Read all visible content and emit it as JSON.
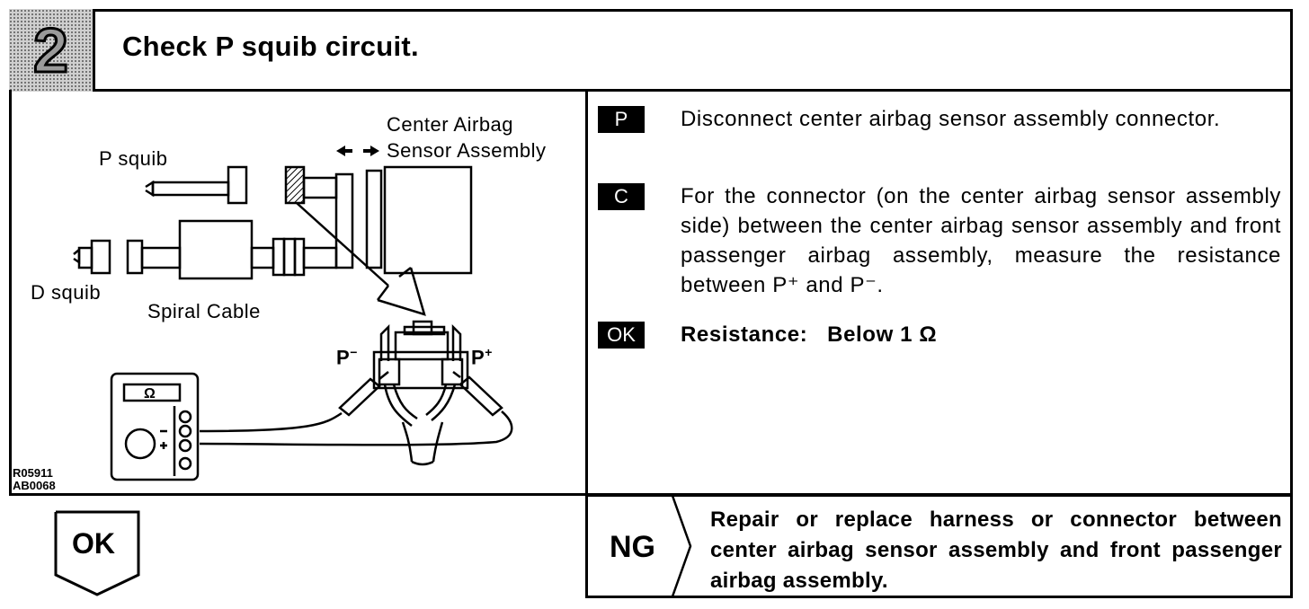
{
  "header": {
    "step_number": "2",
    "title": "Check P squib circuit."
  },
  "diagram": {
    "p_squib": "P squib",
    "center_airbag_line1": "Center Airbag",
    "center_airbag_line2": "Sensor Assembly",
    "d_squib": "D squib",
    "spiral_cable": "Spiral Cable",
    "p_minus": "P",
    "p_plus": "P",
    "minus_sup": "−",
    "plus_sup": "+",
    "ohm_symbol": "Ω",
    "code_1": "R05911",
    "code_2": "AB0068"
  },
  "instructions": {
    "prep_badge": "P",
    "prep_text": "Disconnect center airbag sensor assembly connector.",
    "check_badge": "C",
    "check_text": "For the connector (on the center airbag sensor assembly side) between the center airbag sensor assembly and front passenger airbag assembly, measure the resistance between P⁺ and P⁻.",
    "ok_badge": "OK",
    "resistance_label": "Resistance:",
    "resistance_value": "Below 1 Ω"
  },
  "footer": {
    "ok_label": "OK",
    "ng_label": "NG",
    "ng_text": "Repair or replace harness or connector between center airbag sensor assembly and front passenger airbag assembly."
  }
}
